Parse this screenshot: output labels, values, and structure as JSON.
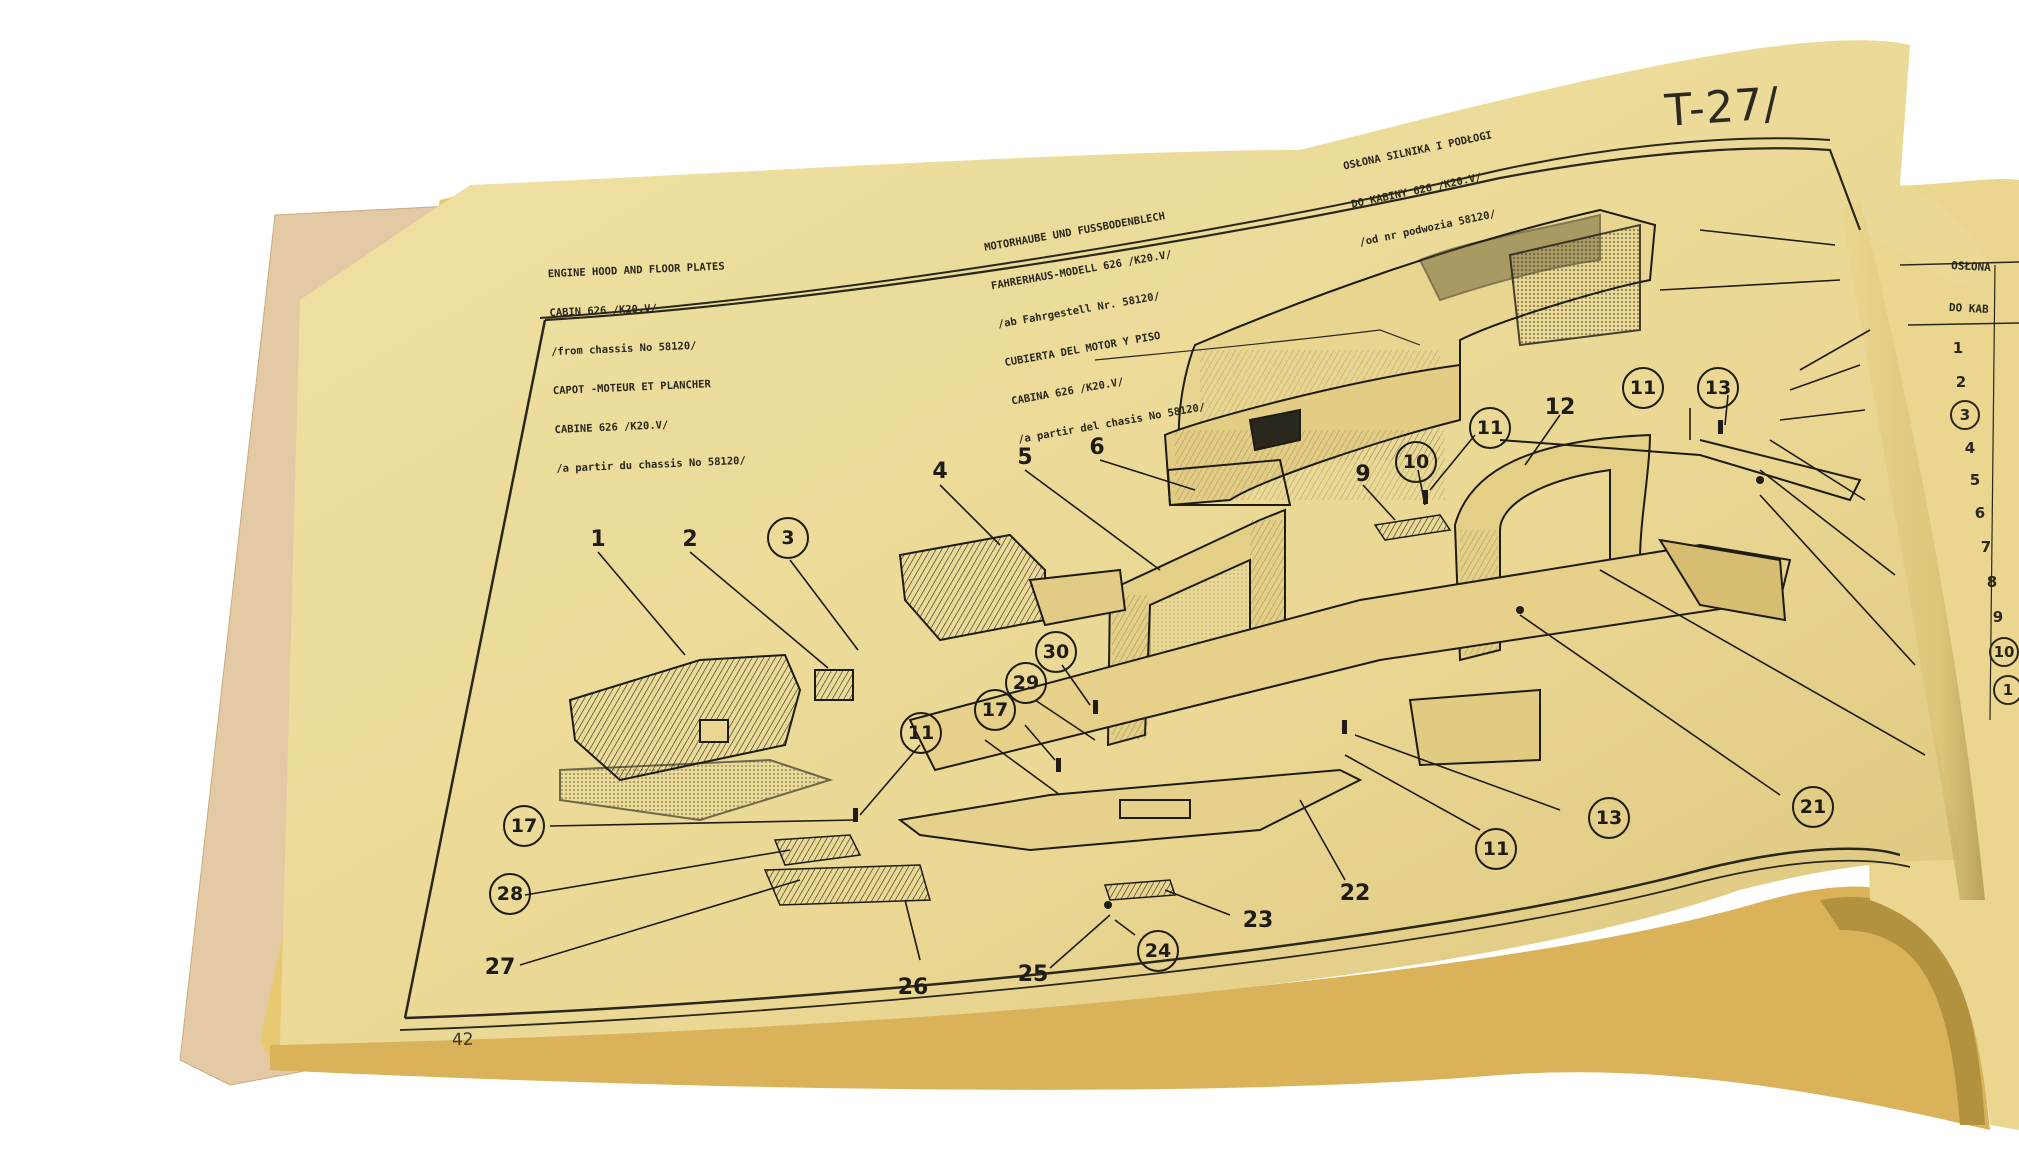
{
  "header": {
    "english": [
      "ENGINE HOOD AND FLOOR PLATES",
      "CABIN 626 /K20.V/",
      "/from chassis No 58120/",
      "CAPOT -MOTEUR ET PLANCHER",
      "CABINE 626 /K20.V/",
      "/a partir du chassis No 58120/"
    ],
    "german": [
      "MOTORHAUBE UND FUSSBODENBLECH",
      "FAHRERHAUS-MODELL 626 /K20.V/",
      "/ab Fahrgestell Nr. 58120/",
      "CUBIERTA DEL MOTOR Y PISO",
      "CABINA 626 /K20.V/",
      "/a partir del chasis No 58120/"
    ],
    "polish": [
      "OSŁONA SILNIKA I PODŁOGI",
      "DO KABINY 626 /K20.V/",
      "/od nr podwozia 58120/"
    ],
    "table_code": "T-27/",
    "right_page_header": [
      "OSŁONA",
      "DO KAB"
    ]
  },
  "page_number": "42",
  "callouts": [
    {
      "label": "1",
      "circled": false
    },
    {
      "label": "2",
      "circled": false
    },
    {
      "label": "3",
      "circled": true
    },
    {
      "label": "4",
      "circled": false
    },
    {
      "label": "5",
      "circled": false
    },
    {
      "label": "6",
      "circled": false
    },
    {
      "label": "9",
      "circled": false
    },
    {
      "label": "10",
      "circled": true
    },
    {
      "label": "11",
      "circled": true
    },
    {
      "label": "11",
      "circled": true
    },
    {
      "label": "13",
      "circled": true
    },
    {
      "label": "12",
      "circled": false
    },
    {
      "label": "30",
      "circled": true
    },
    {
      "label": "29",
      "circled": true
    },
    {
      "label": "17",
      "circled": true
    },
    {
      "label": "11",
      "circled": true
    },
    {
      "label": "17",
      "circled": true
    },
    {
      "label": "28",
      "circled": true
    },
    {
      "label": "27",
      "circled": false
    },
    {
      "label": "26",
      "circled": false
    },
    {
      "label": "25",
      "circled": false
    },
    {
      "label": "24",
      "circled": true
    },
    {
      "label": "23",
      "circled": false
    },
    {
      "label": "22",
      "circled": false
    },
    {
      "label": "11",
      "circled": true
    },
    {
      "label": "13",
      "circled": true
    },
    {
      "label": "21",
      "circled": true
    }
  ],
  "right_rows": [
    {
      "label": "1",
      "circled": false
    },
    {
      "label": "2",
      "circled": false
    },
    {
      "label": "3",
      "circled": true
    },
    {
      "label": "4",
      "circled": false
    },
    {
      "label": "5",
      "circled": false
    },
    {
      "label": "6",
      "circled": false
    },
    {
      "label": "7",
      "circled": false
    },
    {
      "label": "8",
      "circled": false
    },
    {
      "label": "9",
      "circled": false
    },
    {
      "label": "10",
      "circled": true
    },
    {
      "label": "1",
      "circled": true
    }
  ],
  "colors": {
    "page": "#ecdc9a",
    "cover": "#e3caa4",
    "ink": "#1e1c14"
  }
}
